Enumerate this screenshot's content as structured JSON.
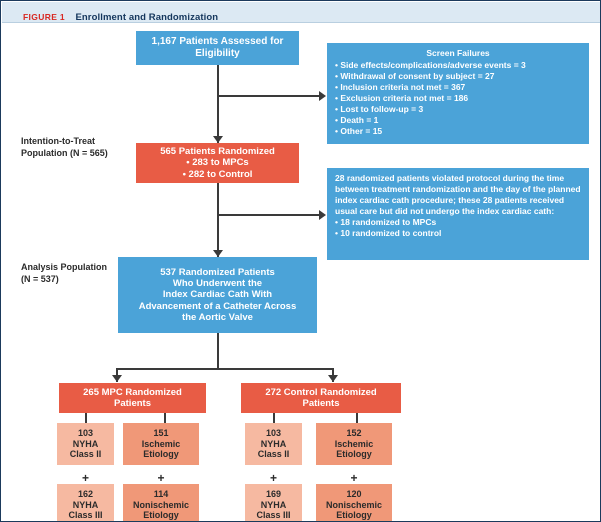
{
  "figure": {
    "tag": "FIGURE 1",
    "title": "Enrollment and Randomization",
    "tag_color": "#d82822",
    "title_color": "#14365c",
    "header_bg": "#dce9f3",
    "border_color": "#1b3a5c"
  },
  "colors": {
    "blue": "#4ba3d8",
    "red": "#e85c45",
    "pink_light": "#f6b9a1",
    "pink_dark": "#f09878",
    "connector": "#3a3a3a"
  },
  "side_labels": {
    "itt": {
      "line1": "Intention-to-Treat",
      "line2": "Population (N = 565)"
    },
    "analysis": {
      "line1": "Analysis Population",
      "line2": "(N = 537)"
    }
  },
  "nodes": {
    "assessed": {
      "lines": [
        "1,167 Patients Assessed for",
        "Eligibility"
      ],
      "color": "blue"
    },
    "screen_failures": {
      "heading": "Screen Failures",
      "items": [
        "• Side effects/complications/adverse events = 3",
        "• Withdrawal of consent by subject = 27",
        "• Inclusion criteria not met = 367",
        "• Exclusion criteria not met = 186",
        "• Lost to follow-up = 3",
        "• Death = 1",
        "• Other = 15"
      ],
      "color": "blue"
    },
    "randomized": {
      "heading": "565 Patients Randomized",
      "items": [
        "• 283 to MPCs",
        "• 282 to Control"
      ],
      "color": "red"
    },
    "protocol_violation": {
      "paragraph": "28 randomized patients violated protocol during the time between treatment randomization and the day of the planned index cardiac cath procedure; these 28 patients received usual care but did not undergo the index cardiac cath:",
      "items": [
        "• 18 randomized to MPCs",
        "• 10 randomized to control"
      ],
      "color": "blue"
    },
    "underwent": {
      "lines": [
        "537 Randomized Patients",
        "Who Underwent the",
        "Index Cardiac Cath With",
        "Advancement of a Catheter Across",
        "the Aortic Valve"
      ],
      "color": "blue"
    },
    "mpc_arm": {
      "lines": [
        "265 MPC Randomized",
        "Patients"
      ],
      "color": "red"
    },
    "control_arm": {
      "lines": [
        "272 Control Randomized",
        "Patients"
      ],
      "color": "red"
    },
    "mpc_nyha2": {
      "lines": [
        "103",
        "NYHA",
        "Class II"
      ],
      "color": "pink_light"
    },
    "mpc_nyha3": {
      "lines": [
        "162",
        "NYHA",
        "Class III"
      ],
      "color": "pink_light"
    },
    "mpc_isch": {
      "lines": [
        "151",
        "Ischemic",
        "Etiology"
      ],
      "color": "pink_dark"
    },
    "mpc_nonisch": {
      "lines": [
        "114",
        "Nonischemic",
        "Etiology"
      ],
      "color": "pink_dark"
    },
    "ctl_nyha2": {
      "lines": [
        "103",
        "NYHA",
        "Class II"
      ],
      "color": "pink_light"
    },
    "ctl_nyha3": {
      "lines": [
        "169",
        "NYHA",
        "Class III"
      ],
      "color": "pink_light"
    },
    "ctl_isch": {
      "lines": [
        "152",
        "Ischemic",
        "Etiology"
      ],
      "color": "pink_dark"
    },
    "ctl_nonisch": {
      "lines": [
        "120",
        "Nonischemic",
        "Etiology"
      ],
      "color": "pink_dark"
    },
    "plus": "+"
  }
}
